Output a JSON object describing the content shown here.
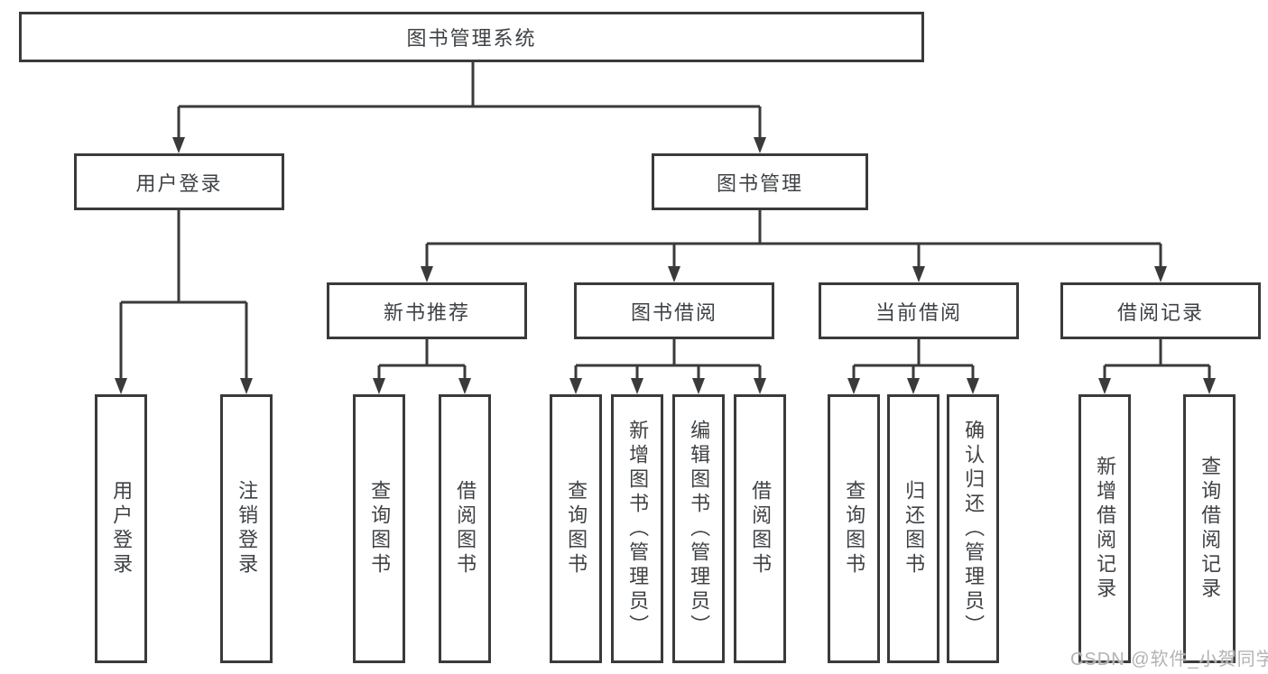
{
  "nodes": {
    "root": "图书管理系统",
    "user_login": "用户登录",
    "book_mgmt": "图书管理",
    "new_book": "新书推荐",
    "book_borrow": "图书借阅",
    "current_borrow": "当前借阅",
    "borrow_record": "借阅记录",
    "leaves": {
      "user_login": [
        "用户登录",
        "注销登录"
      ],
      "new_book": [
        "查询图书",
        "借阅图书"
      ],
      "book_borrow": [
        "查询图书",
        "新增图书（管理员）",
        "编辑图书（管理员）",
        "借阅图书"
      ],
      "current_borrow": [
        "查询图书",
        "归还图书",
        "确认归还（管理员）"
      ],
      "borrow_record": [
        "新增借阅记录",
        "查询借阅记录"
      ]
    }
  },
  "watermark": {
    "text": "CSDN @软件_小贺同学"
  },
  "colors": {
    "line": "#3a3a3a",
    "text": "#3f4245",
    "watermark": "#b3b3b3",
    "background": "#ffffff"
  }
}
